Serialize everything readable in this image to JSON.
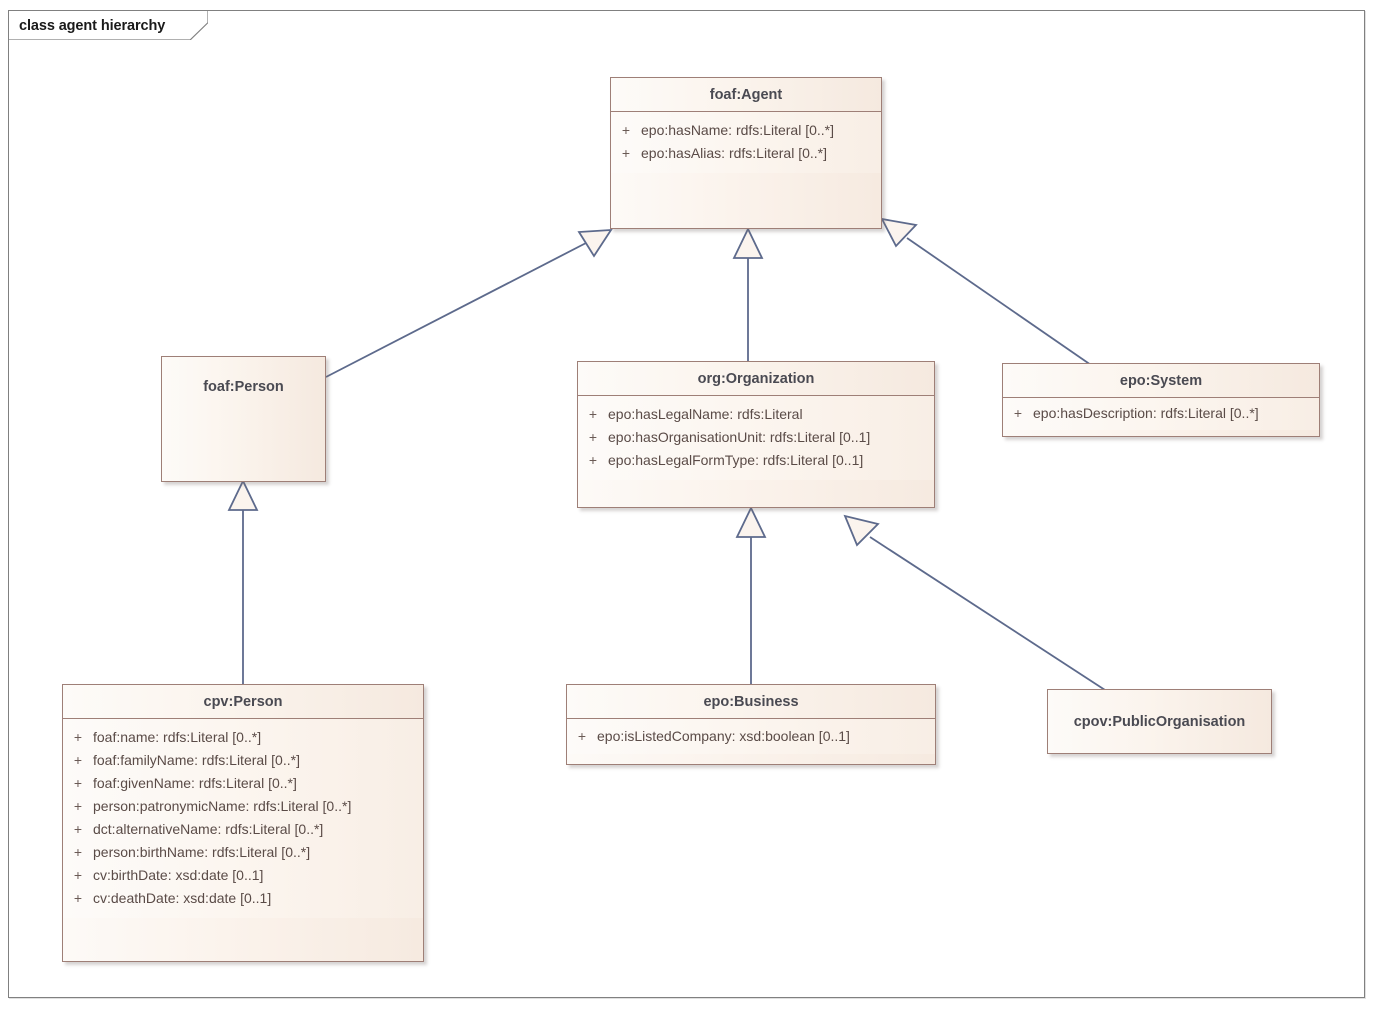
{
  "diagram": {
    "frame_label": "class agent hierarchy",
    "kind": "uml-class-diagram",
    "colors": {
      "class_border": "#9e7f77",
      "class_fill_light": "#fdfaf7",
      "class_fill_dark": "#f6eae0",
      "title_text": "#4a4a52",
      "attr_text": "#5a4b47",
      "connector": "#5d6a8c",
      "frame_border": "#808080"
    }
  },
  "classes": {
    "agent": {
      "name": "foaf:Agent",
      "attributes": [
        {
          "visibility": "+",
          "signature": "epo:hasName: rdfs:Literal [0..*]"
        },
        {
          "visibility": "+",
          "signature": "epo:hasAlias: rdfs:Literal [0..*]"
        }
      ]
    },
    "person": {
      "name": "foaf:Person",
      "attributes": []
    },
    "organization": {
      "name": "org:Organization",
      "attributes": [
        {
          "visibility": "+",
          "signature": "epo:hasLegalName: rdfs:Literal"
        },
        {
          "visibility": "+",
          "signature": "epo:hasOrganisationUnit: rdfs:Literal [0..1]"
        },
        {
          "visibility": "+",
          "signature": "epo:hasLegalFormType: rdfs:Literal [0..1]"
        }
      ]
    },
    "system": {
      "name": "epo:System",
      "attributes": [
        {
          "visibility": "+",
          "signature": "epo:hasDescription: rdfs:Literal [0..*]"
        }
      ]
    },
    "cpvperson": {
      "name": "cpv:Person",
      "attributes": [
        {
          "visibility": "+",
          "signature": "foaf:name: rdfs:Literal [0..*]"
        },
        {
          "visibility": "+",
          "signature": "foaf:familyName: rdfs:Literal [0..*]"
        },
        {
          "visibility": "+",
          "signature": "foaf:givenName: rdfs:Literal [0..*]"
        },
        {
          "visibility": "+",
          "signature": "person:patronymicName: rdfs:Literal [0..*]"
        },
        {
          "visibility": "+",
          "signature": "dct:alternativeName: rdfs:Literal [0..*]"
        },
        {
          "visibility": "+",
          "signature": "person:birthName: rdfs:Literal [0..*]"
        },
        {
          "visibility": "+",
          "signature": "cv:birthDate: xsd:date [0..1]"
        },
        {
          "visibility": "+",
          "signature": "cv:deathDate: xsd:date [0..1]"
        }
      ]
    },
    "business": {
      "name": "epo:Business",
      "attributes": [
        {
          "visibility": "+",
          "signature": "epo:isListedCompany: xsd:boolean [0..1]"
        }
      ]
    },
    "publicorg": {
      "name": "cpov:PublicOrganisation",
      "attributes": []
    }
  },
  "relationships": [
    {
      "type": "generalization",
      "from": "foaf:Person",
      "to": "foaf:Agent"
    },
    {
      "type": "generalization",
      "from": "org:Organization",
      "to": "foaf:Agent"
    },
    {
      "type": "generalization",
      "from": "epo:System",
      "to": "foaf:Agent"
    },
    {
      "type": "generalization",
      "from": "cpv:Person",
      "to": "foaf:Person"
    },
    {
      "type": "generalization",
      "from": "epo:Business",
      "to": "org:Organization"
    },
    {
      "type": "generalization",
      "from": "cpov:PublicOrganisation",
      "to": "org:Organization"
    }
  ]
}
